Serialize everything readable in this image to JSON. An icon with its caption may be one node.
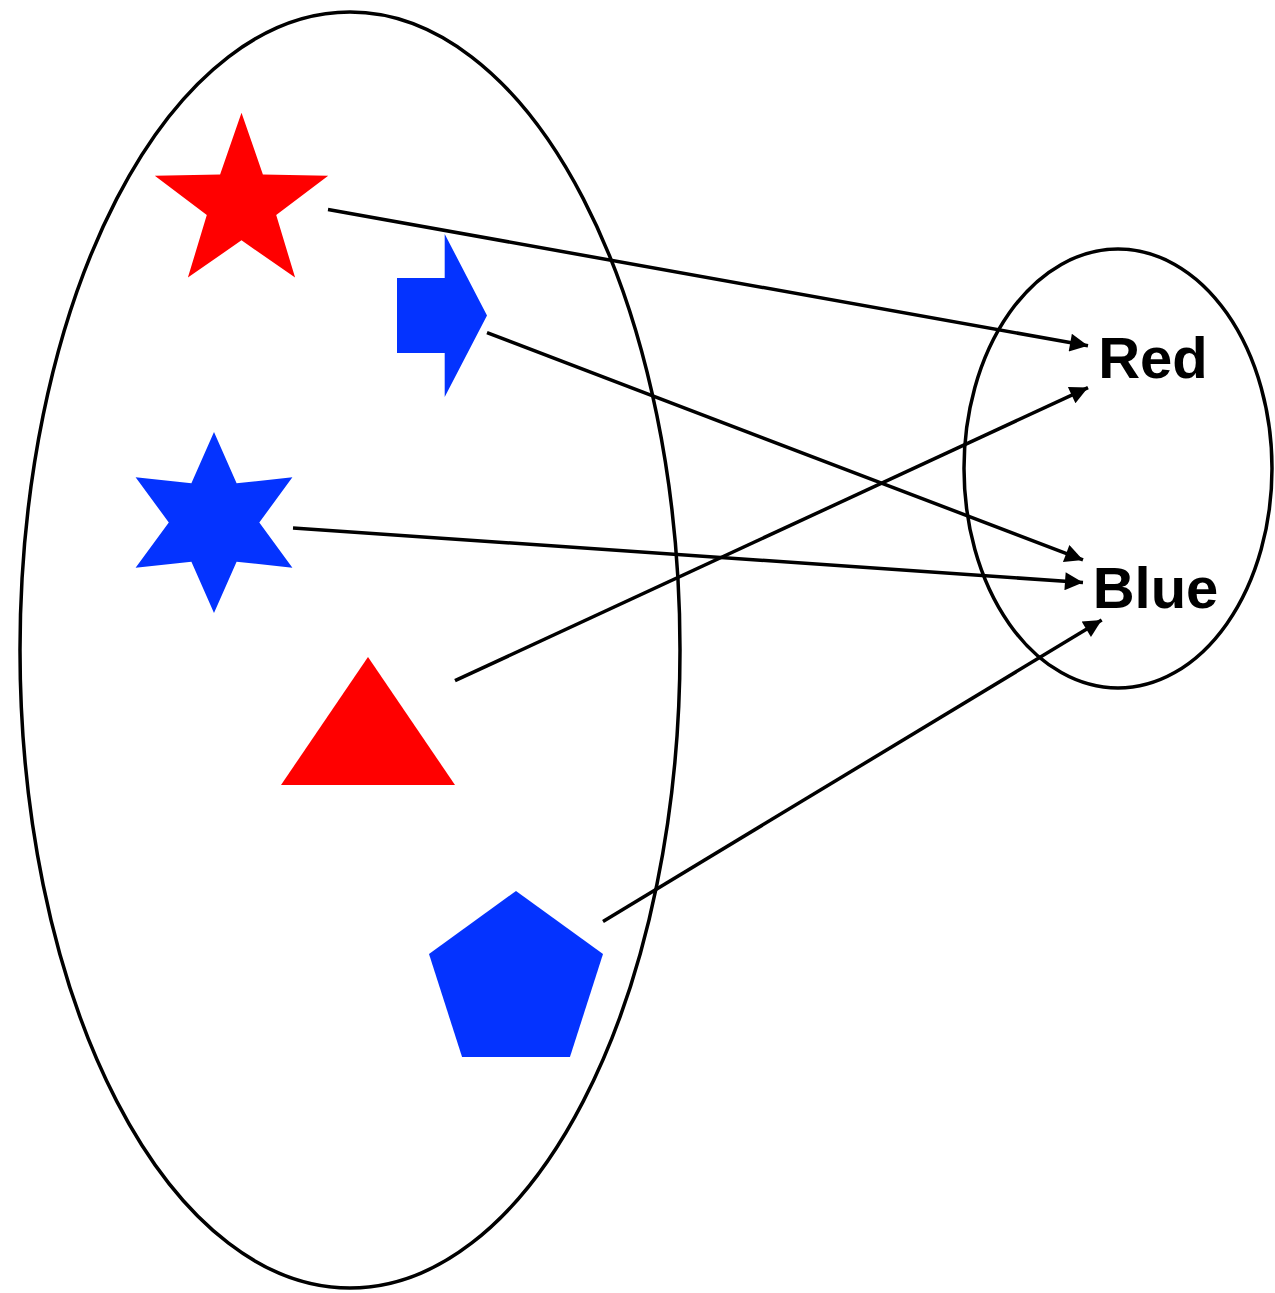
{
  "diagram": {
    "nodes": [
      {
        "text": [],
        "shape": "ellipse"
      },
      {
        "text": [],
        "shape": "star",
        "in": 0
      },
      {
        "text": [],
        "shape": "arrow",
        "in": 0
      },
      {
        "text": [],
        "shape": "star",
        "in": 0
      },
      {
        "text": [],
        "shape": "triangle",
        "in": 0
      },
      {
        "text": [],
        "shape": "pentagon",
        "in": 0
      },
      {
        "text": [],
        "shape": "ellipse"
      },
      {
        "text": [
          "Red"
        ],
        "in": 6
      },
      {
        "text": [
          "Blue"
        ],
        "in": 6
      }
    ],
    "edges": [
      {
        "from": 1,
        "to": 7,
        "arrow": "to"
      },
      {
        "from": 2,
        "to": 8,
        "arrow": "to"
      },
      {
        "from": 3,
        "to": 8,
        "arrow": "to"
      },
      {
        "from": 4,
        "to": 7,
        "arrow": "to"
      },
      {
        "from": 5,
        "to": 8,
        "arrow": "to"
      }
    ]
  }
}
